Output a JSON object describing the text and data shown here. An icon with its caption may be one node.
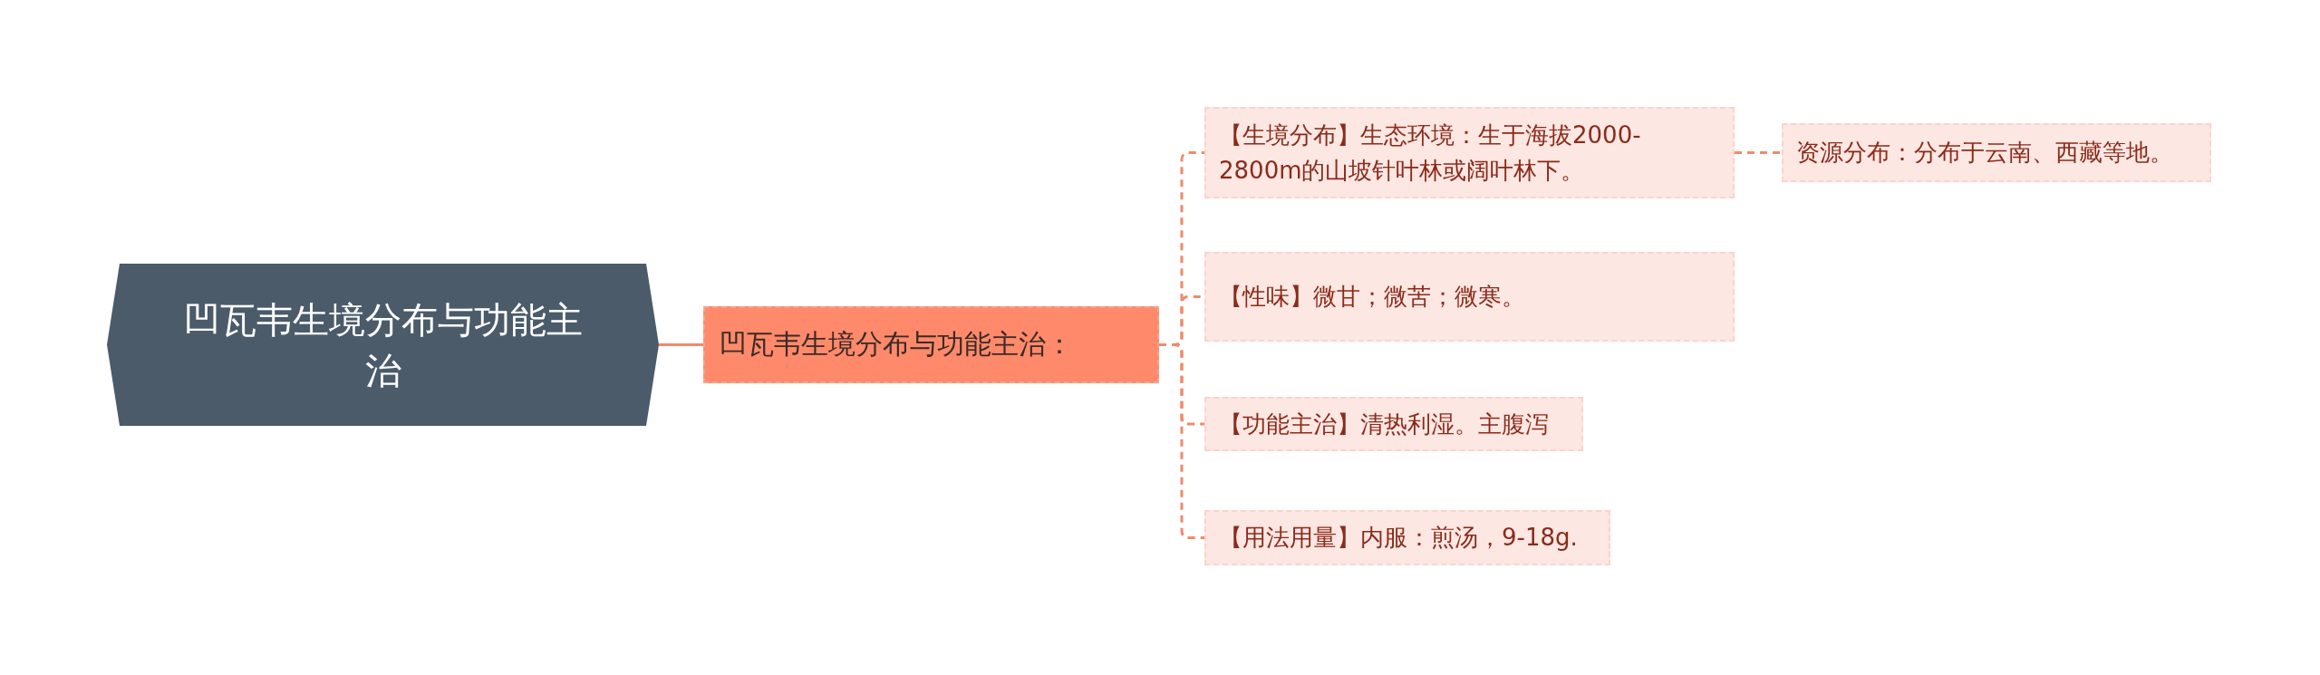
{
  "diagram": {
    "nodes": [
      {
        "text": [
          "凹瓦韦生境分布与功能主治"
        ]
      },
      {
        "text": [
          "凹瓦韦生境分布与功能主治："
        ]
      },
      {
        "text": [
          "【生境分布】生态环境：生于海拔2000-2800m的山坡针叶林或阔叶林下。"
        ]
      },
      {
        "text": [
          "【性味】微甘；微苦；微寒。"
        ]
      },
      {
        "text": [
          "【功能主治】清热利湿。主腹泻"
        ]
      },
      {
        "text": [
          "【用法用量】内服：煎汤，9-18g."
        ]
      },
      {
        "text": [
          "资源分布：分布于云南、西藏等地。"
        ]
      }
    ],
    "edges": [
      {
        "from": 0,
        "to": 1,
        "arrow": "none"
      },
      {
        "from": 1,
        "to": 2,
        "arrow": "none",
        "style": "dashed"
      },
      {
        "from": 1,
        "to": 3,
        "arrow": "none",
        "style": "dashed"
      },
      {
        "from": 1,
        "to": 4,
        "arrow": "none",
        "style": "dashed"
      },
      {
        "from": 1,
        "to": 5,
        "arrow": "none",
        "style": "dashed"
      },
      {
        "from": 2,
        "to": 6,
        "arrow": "none",
        "style": "dashed"
      }
    ]
  }
}
